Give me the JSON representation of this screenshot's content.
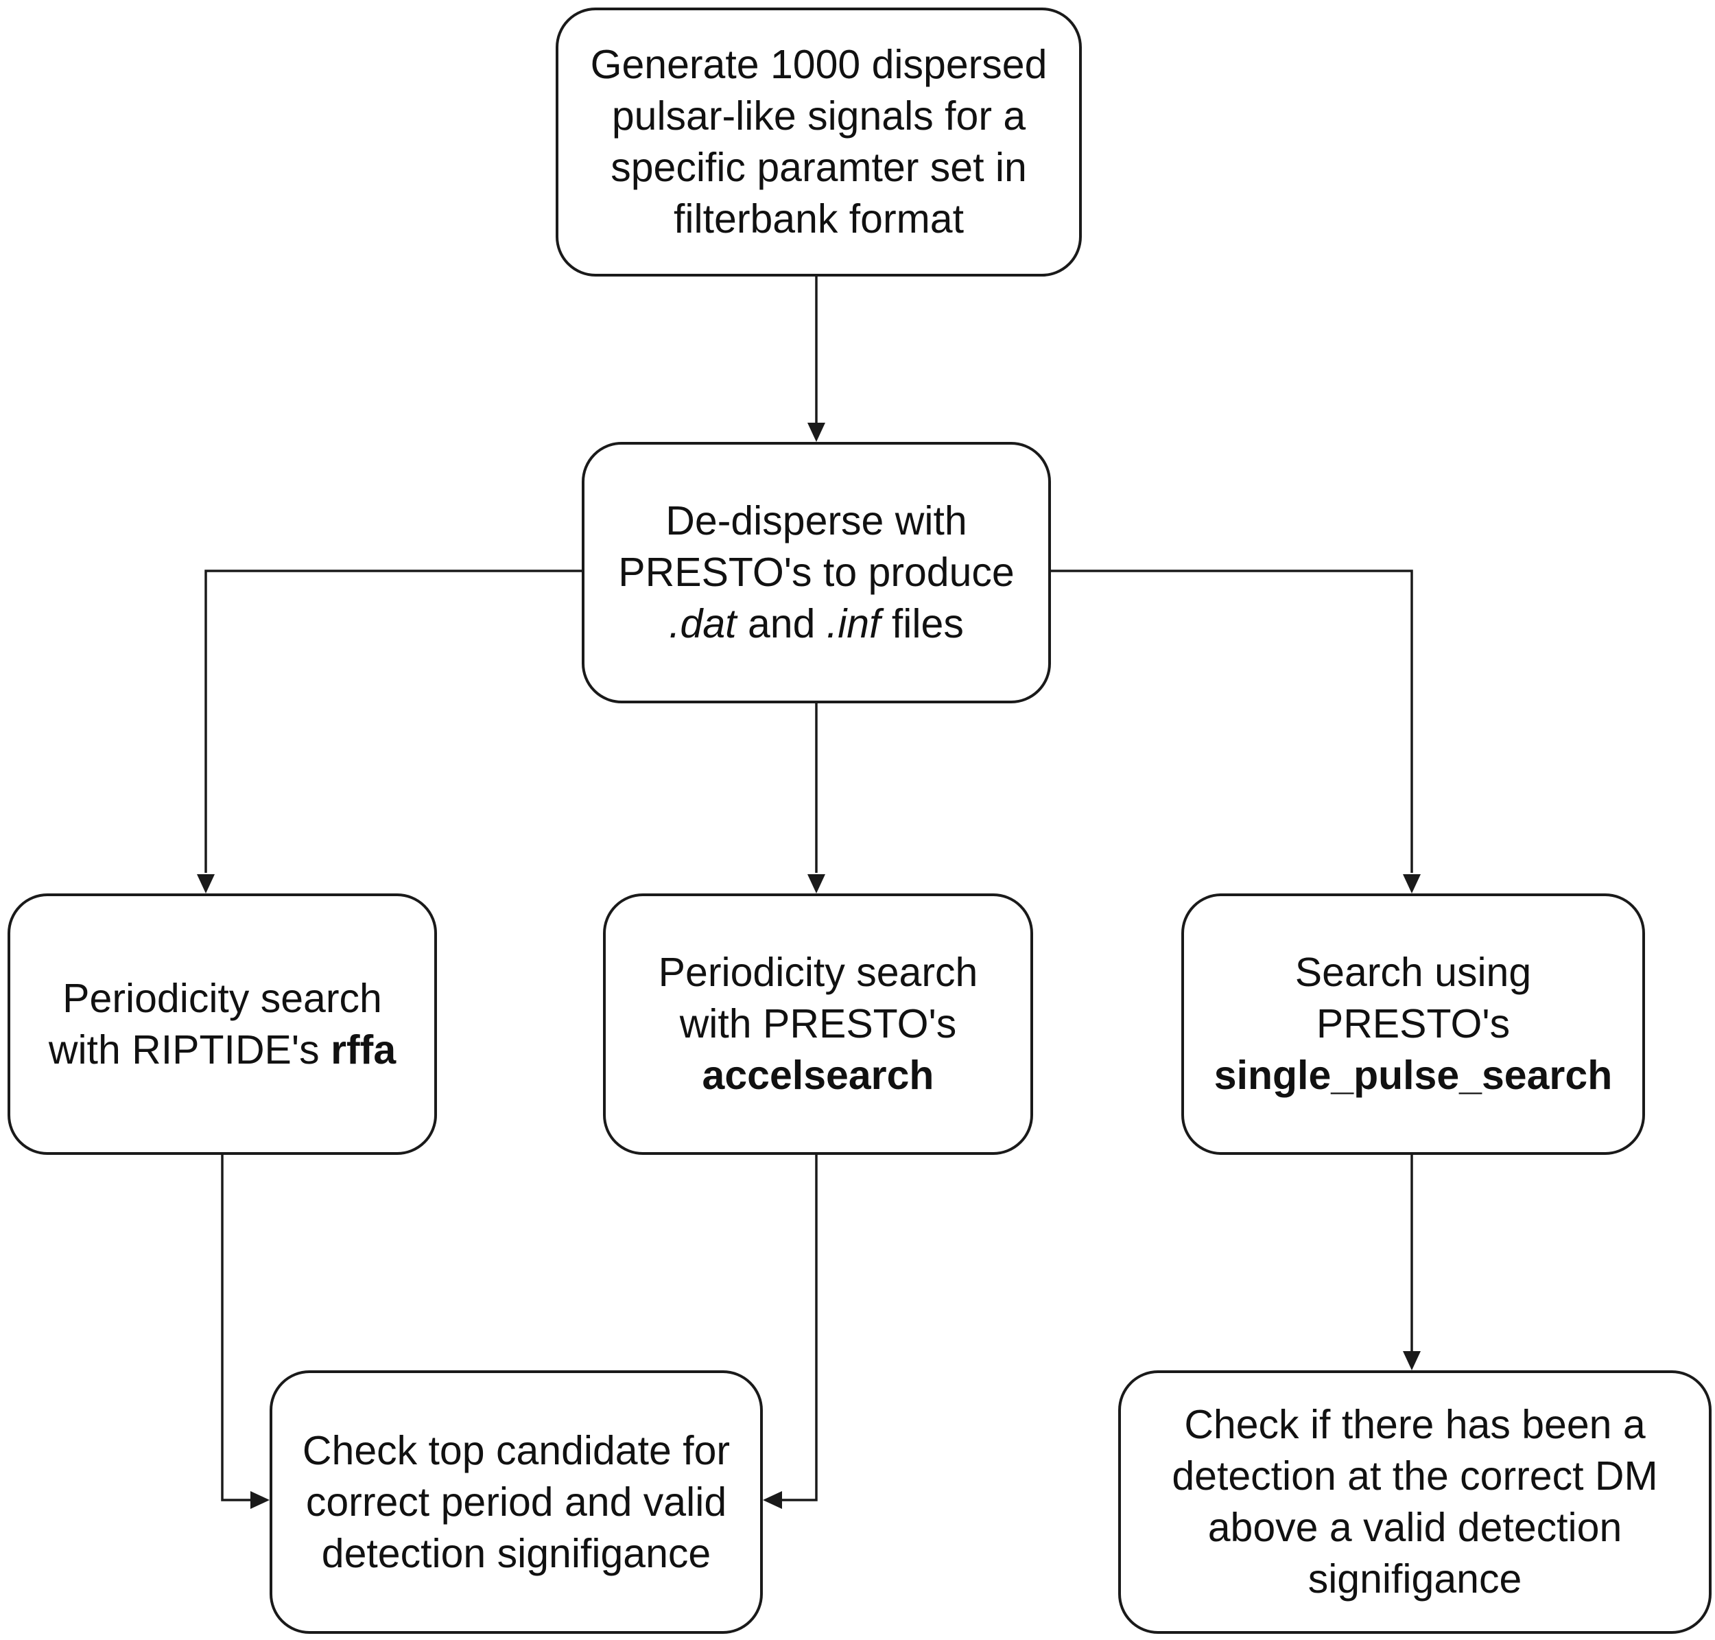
{
  "nodes": {
    "generate": {
      "line1": "Generate 1000 dispersed",
      "line2": "pulsar-like signals for a",
      "line3": "specific paramter set in",
      "line4": "filterbank format"
    },
    "dedisperse": {
      "line1": "De-disperse with",
      "line2": "PRESTO's to produce",
      "dat": ".dat",
      "and": " and ",
      "inf": ".inf",
      "files": " files"
    },
    "rffa": {
      "line1": "Periodicity search",
      "line2_prefix": "with RIPTIDE's ",
      "line2_bold": "rffa"
    },
    "accel": {
      "line1": "Periodicity search",
      "line2": "with PRESTO's",
      "line3_bold": "accelsearch"
    },
    "single": {
      "line1": "Search using",
      "line2": "PRESTO's",
      "line3_bold": "single_pulse_search"
    },
    "check_top": {
      "line1": "Check top candidate for",
      "line2": "correct period and valid",
      "line3": "detection signifigance"
    },
    "check_dm": {
      "line1": "Check if there has been a",
      "line2": "detection at the correct DM",
      "line3": "above a valid detection",
      "line4": "signifigance"
    }
  },
  "edges": [
    {
      "from": "generate",
      "to": "dedisperse"
    },
    {
      "from": "dedisperse",
      "to": "rffa"
    },
    {
      "from": "dedisperse",
      "to": "accel"
    },
    {
      "from": "dedisperse",
      "to": "single"
    },
    {
      "from": "rffa",
      "to": "check_top"
    },
    {
      "from": "accel",
      "to": "check_top"
    },
    {
      "from": "single",
      "to": "check_dm"
    }
  ],
  "colors": {
    "stroke": "#1a1a1a",
    "text": "#111111",
    "background": "#ffffff"
  }
}
